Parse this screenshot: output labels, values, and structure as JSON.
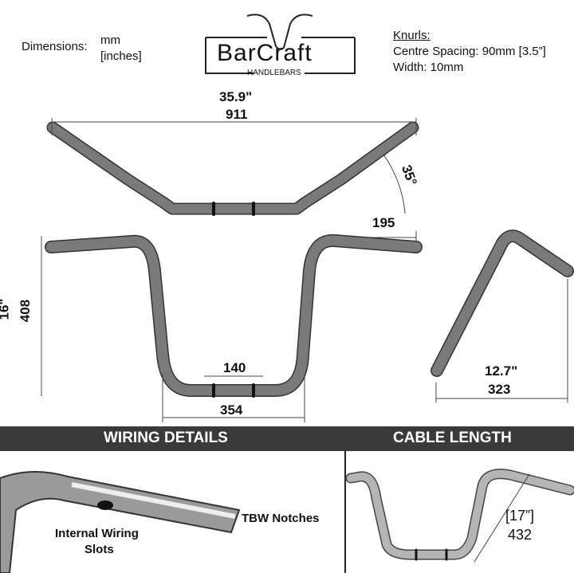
{
  "legend": {
    "label": "Dimensions:",
    "unit_primary": "mm",
    "unit_secondary": "[inches]"
  },
  "logo": {
    "brand": "BarCraft",
    "tagline": "HANDLEBARS"
  },
  "knurls": {
    "title": "Knurls:",
    "spacing": "Centre Spacing: 90mm [3.5”]",
    "width": "Width: 10mm"
  },
  "top_view": {
    "width_in": "35.9\"",
    "width_mm": "911",
    "angle": "35°",
    "grip_mm": "195"
  },
  "front_view": {
    "rise_in": "16\"",
    "rise_mm": "408",
    "center_mm": "140",
    "base_mm": "354"
  },
  "side_view": {
    "pullback_in": "12.7\"",
    "pullback_mm": "323"
  },
  "sections": {
    "wiring_title": "WIRING DETAILS",
    "cable_title": "CABLE LENGTH"
  },
  "wiring": {
    "notches_label": "TBW Notches",
    "slots_label_1": "Internal Wiring",
    "slots_label_2": "Slots"
  },
  "cable": {
    "length_in": "[17”]",
    "length_mm": "432"
  },
  "colors": {
    "bar": "#7a7a7a",
    "band": "#3a3a3a"
  }
}
